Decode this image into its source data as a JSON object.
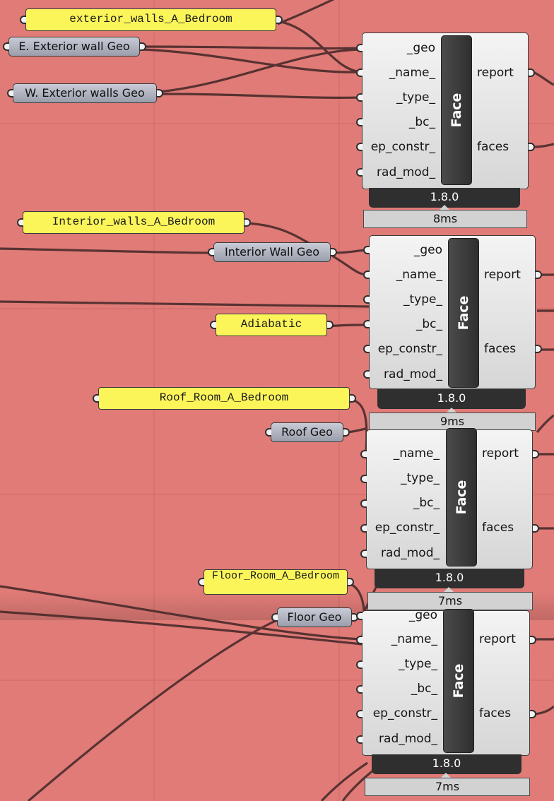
{
  "panels": {
    "ext_walls": "exterior_walls_A_Bedroom",
    "int_walls": "Interior_walls_A_Bedroom",
    "adiabatic": "Adiabatic",
    "roof": "Roof_Room_A_Bedroom",
    "floor": "Floor_Room_A_Bedroom"
  },
  "params": {
    "e_ext": "E. Exterior wall Geo",
    "w_ext": "W. Exterior walls Geo",
    "int_wall": "Interior Wall Geo",
    "roof": "Roof Geo",
    "floor": "Floor Geo"
  },
  "face_inputs": [
    "_geo",
    "_name_",
    "_type_",
    "_bc_",
    "ep_constr_",
    "rad_mod_"
  ],
  "face_outputs": {
    "report": "report",
    "faces": "faces"
  },
  "face_label": "Face",
  "components": [
    {
      "version": "1.8.0",
      "time": "8ms"
    },
    {
      "version": "1.8.0",
      "time": "9ms"
    },
    {
      "version": "1.8.0",
      "time": "7ms"
    },
    {
      "version": "1.8.0",
      "time": "7ms"
    }
  ]
}
